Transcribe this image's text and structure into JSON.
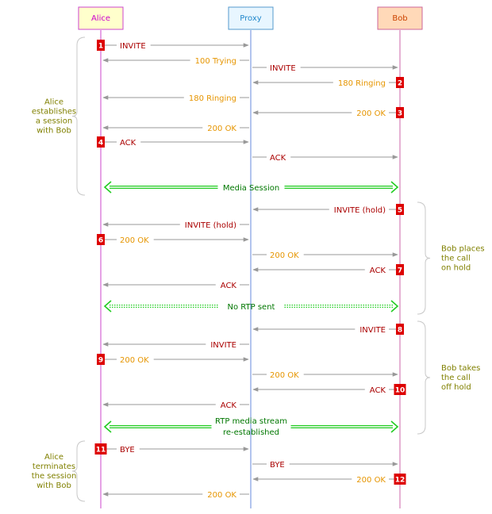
{
  "participants": [
    {
      "key": "alice",
      "label": "Alice",
      "text_color": "#cc00cc",
      "fill": "#ffffcc",
      "border": "#cc44cc",
      "line": "#cc44cc"
    },
    {
      "key": "proxy",
      "label": "Proxy",
      "text_color": "#2288cc",
      "fill": "#e8f6ff",
      "border": "#5599cc",
      "line": "#6688dd"
    },
    {
      "key": "bob",
      "label": "Bob",
      "text_color": "#cc4400",
      "fill": "#ffd9b8",
      "border": "#cc6699",
      "line": "#cc66aa"
    }
  ],
  "colors": {
    "request": "#aa0000",
    "response": "#e69500",
    "arrow": "#999999",
    "badge": "#dd0000",
    "media": "#22cc22",
    "media_text": "#007700",
    "note": "#808000"
  },
  "messages": [
    {
      "from": "alice",
      "to": "proxy",
      "label": "INVITE",
      "kind": "request",
      "badge": "1"
    },
    {
      "from": "proxy",
      "to": "alice",
      "label": "100 Trying",
      "kind": "response"
    },
    {
      "from": "proxy",
      "to": "bob",
      "label": "INVITE",
      "kind": "request"
    },
    {
      "from": "bob",
      "to": "proxy",
      "label": "180 Ringing",
      "kind": "response",
      "badge": "2"
    },
    {
      "from": "proxy",
      "to": "alice",
      "label": "180 Ringing",
      "kind": "response"
    },
    {
      "from": "bob",
      "to": "proxy",
      "label": "200 OK",
      "kind": "response",
      "badge": "3"
    },
    {
      "from": "proxy",
      "to": "alice",
      "label": "200 OK",
      "kind": "response"
    },
    {
      "from": "alice",
      "to": "proxy",
      "label": "ACK",
      "kind": "request",
      "badge": "4"
    },
    {
      "from": "proxy",
      "to": "bob",
      "label": "ACK",
      "kind": "request"
    },
    {
      "type": "media",
      "label": [
        "Media Session"
      ],
      "style": "solid"
    },
    {
      "from": "bob",
      "to": "proxy",
      "label": "INVITE (hold)",
      "kind": "request",
      "badge": "5"
    },
    {
      "from": "proxy",
      "to": "alice",
      "label": "INVITE (hold)",
      "kind": "request"
    },
    {
      "from": "alice",
      "to": "proxy",
      "label": "200 OK",
      "kind": "response",
      "badge": "6"
    },
    {
      "from": "proxy",
      "to": "bob",
      "label": "200 OK",
      "kind": "response"
    },
    {
      "from": "bob",
      "to": "proxy",
      "label": "ACK",
      "kind": "request",
      "badge": "7"
    },
    {
      "from": "proxy",
      "to": "alice",
      "label": "ACK",
      "kind": "request"
    },
    {
      "type": "media",
      "label": [
        "No RTP sent"
      ],
      "style": "dotted"
    },
    {
      "from": "bob",
      "to": "proxy",
      "label": "INVITE",
      "kind": "request",
      "badge": "8"
    },
    {
      "from": "proxy",
      "to": "alice",
      "label": "INVITE",
      "kind": "request"
    },
    {
      "from": "alice",
      "to": "proxy",
      "label": "200 OK",
      "kind": "response",
      "badge": "9"
    },
    {
      "from": "proxy",
      "to": "bob",
      "label": "200 OK",
      "kind": "response"
    },
    {
      "from": "bob",
      "to": "proxy",
      "label": "ACK",
      "kind": "request",
      "badge": "10"
    },
    {
      "from": "proxy",
      "to": "alice",
      "label": "ACK",
      "kind": "request"
    },
    {
      "type": "media",
      "label": [
        "RTP media stream",
        "re-established"
      ],
      "style": "solid"
    },
    {
      "from": "alice",
      "to": "proxy",
      "label": "BYE",
      "kind": "request",
      "badge": "11"
    },
    {
      "from": "proxy",
      "to": "bob",
      "label": "BYE",
      "kind": "request"
    },
    {
      "from": "bob",
      "to": "proxy",
      "label": "200 OK",
      "kind": "response",
      "badge": "12"
    },
    {
      "from": "proxy",
      "to": "alice",
      "label": "200 OK",
      "kind": "response"
    }
  ],
  "notes": [
    {
      "side": "left",
      "lines": [
        "Alice",
        "establishes",
        "a session",
        "with Bob"
      ]
    },
    {
      "side": "right",
      "lines": [
        "Bob places",
        "the call",
        "on hold"
      ]
    },
    {
      "side": "right",
      "lines": [
        "Bob takes",
        "the call",
        "off hold"
      ]
    },
    {
      "side": "left",
      "lines": [
        "Alice",
        "terminates",
        "the session",
        "with Bob"
      ]
    }
  ]
}
